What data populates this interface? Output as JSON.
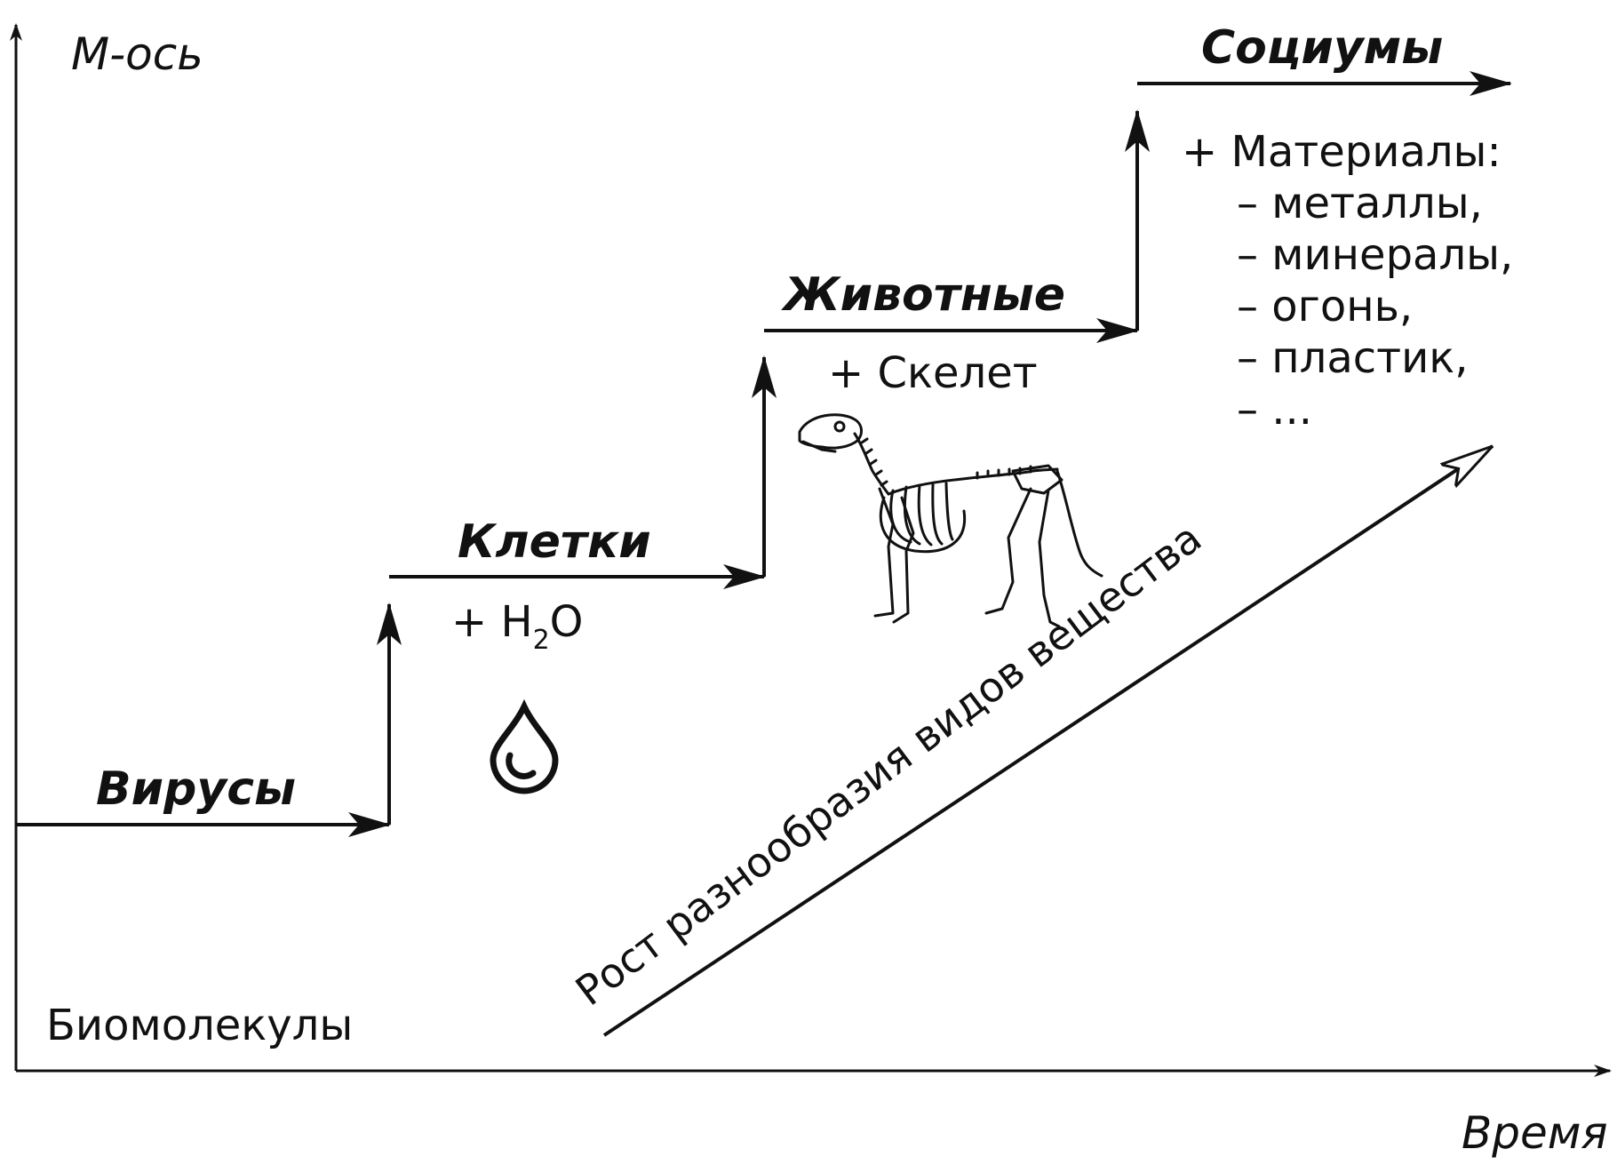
{
  "axes": {
    "y_label": "М-ось",
    "x_label": "Время"
  },
  "base_label": "Биомолекулы",
  "stages": [
    {
      "name": "Вирусы"
    },
    {
      "name": "Клетки",
      "addition_prefix": "+ H",
      "addition_sub": "2",
      "addition_suffix": "O"
    },
    {
      "name": "Животные",
      "addition": "+ Скелет"
    },
    {
      "name": "Социумы",
      "addition": "+ Материалы:",
      "items": [
        "– металлы,",
        "– минералы,",
        "– огонь,",
        "– пластик,",
        "– ..."
      ]
    }
  ],
  "diagonal_label": "Рост разнообразия видов вещества",
  "icons": [
    "water-drop-icon",
    "dog-skeleton-icon"
  ]
}
